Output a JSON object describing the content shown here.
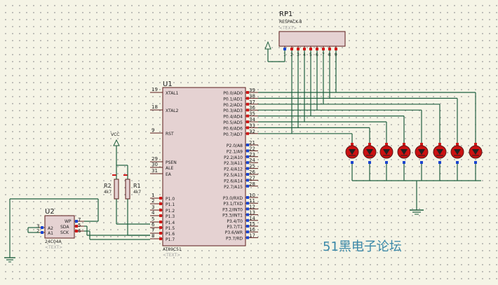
{
  "components": {
    "u1": {
      "ref": "U1",
      "part": "AT89C51",
      "text_placeholder": "<TEXT>",
      "left_pins": [
        {
          "num": "19",
          "name": "XTAL1"
        },
        {
          "num": "18",
          "name": "XTAL2"
        },
        {
          "num": "9",
          "name": "RST"
        },
        {
          "num": "29",
          "name": "PSEN"
        },
        {
          "num": "30",
          "name": "ALE"
        },
        {
          "num": "31",
          "name": "EA"
        },
        {
          "num": "1",
          "name": "P1.0"
        },
        {
          "num": "2",
          "name": "P1.1"
        },
        {
          "num": "3",
          "name": "P1.2"
        },
        {
          "num": "4",
          "name": "P1.3"
        },
        {
          "num": "5",
          "name": "P1.4"
        },
        {
          "num": "6",
          "name": "P1.5"
        },
        {
          "num": "7",
          "name": "P1.6"
        },
        {
          "num": "8",
          "name": "P1.7"
        }
      ],
      "right_pins": [
        {
          "num": "39",
          "name": "P0.0/AD0"
        },
        {
          "num": "38",
          "name": "P0.1/AD1"
        },
        {
          "num": "37",
          "name": "P0.2/AD2"
        },
        {
          "num": "36",
          "name": "P0.3/AD3"
        },
        {
          "num": "35",
          "name": "P0.4/AD4"
        },
        {
          "num": "34",
          "name": "P0.5/AD5"
        },
        {
          "num": "33",
          "name": "P0.6/AD6"
        },
        {
          "num": "32",
          "name": "P0.7/AD7"
        },
        {
          "num": "21",
          "name": "P2.0/A8"
        },
        {
          "num": "22",
          "name": "P2.1/A9"
        },
        {
          "num": "23",
          "name": "P2.2/A10"
        },
        {
          "num": "24",
          "name": "P2.3/A11"
        },
        {
          "num": "25",
          "name": "P2.4/A12"
        },
        {
          "num": "26",
          "name": "P2.5/A13"
        },
        {
          "num": "27",
          "name": "P2.6/A14"
        },
        {
          "num": "28",
          "name": "P2.7/A15"
        },
        {
          "num": "10",
          "name": "P3.0/RXD"
        },
        {
          "num": "11",
          "name": "P3.1/TXD"
        },
        {
          "num": "12",
          "name": "P3.2/INT0"
        },
        {
          "num": "13",
          "name": "P3.3/INT1"
        },
        {
          "num": "14",
          "name": "P3.4/T0"
        },
        {
          "num": "15",
          "name": "P3.7/T1"
        },
        {
          "num": "16",
          "name": "P3.6/WR"
        },
        {
          "num": "17",
          "name": "P3.7/RD"
        }
      ]
    },
    "rp1": {
      "ref": "RP1",
      "part": "RESPACK-8",
      "text_placeholder": "<TEXT>",
      "pins": [
        "1",
        "2",
        "3",
        "4",
        "5",
        "6",
        "7",
        "8",
        "9"
      ]
    },
    "u2": {
      "ref": "U2",
      "part": "24C04A",
      "text_placeholder": "<TEXT>",
      "pins": [
        {
          "num": "3",
          "name": "A2"
        },
        {
          "num": "2",
          "name": "A1"
        },
        {
          "num": "7",
          "name": "WP"
        },
        {
          "num": "5",
          "name": "SDA"
        },
        {
          "num": "6",
          "name": "SCK"
        }
      ]
    },
    "r2": {
      "ref": "R2",
      "value": "4k7"
    },
    "r1": {
      "ref": "R1",
      "value": "4k7"
    },
    "vcc": {
      "label": "VCC"
    },
    "watermark": "51黑电子论坛"
  },
  "colors": {
    "wire": "#1f5f3f",
    "chip_fill": "#e5d2d2",
    "chip_border": "#5a1a1a",
    "led_red": "#cc1111",
    "pin_red": "#d01818",
    "pin_blue": "#1a45d0",
    "watermark": "#3a88a8"
  }
}
